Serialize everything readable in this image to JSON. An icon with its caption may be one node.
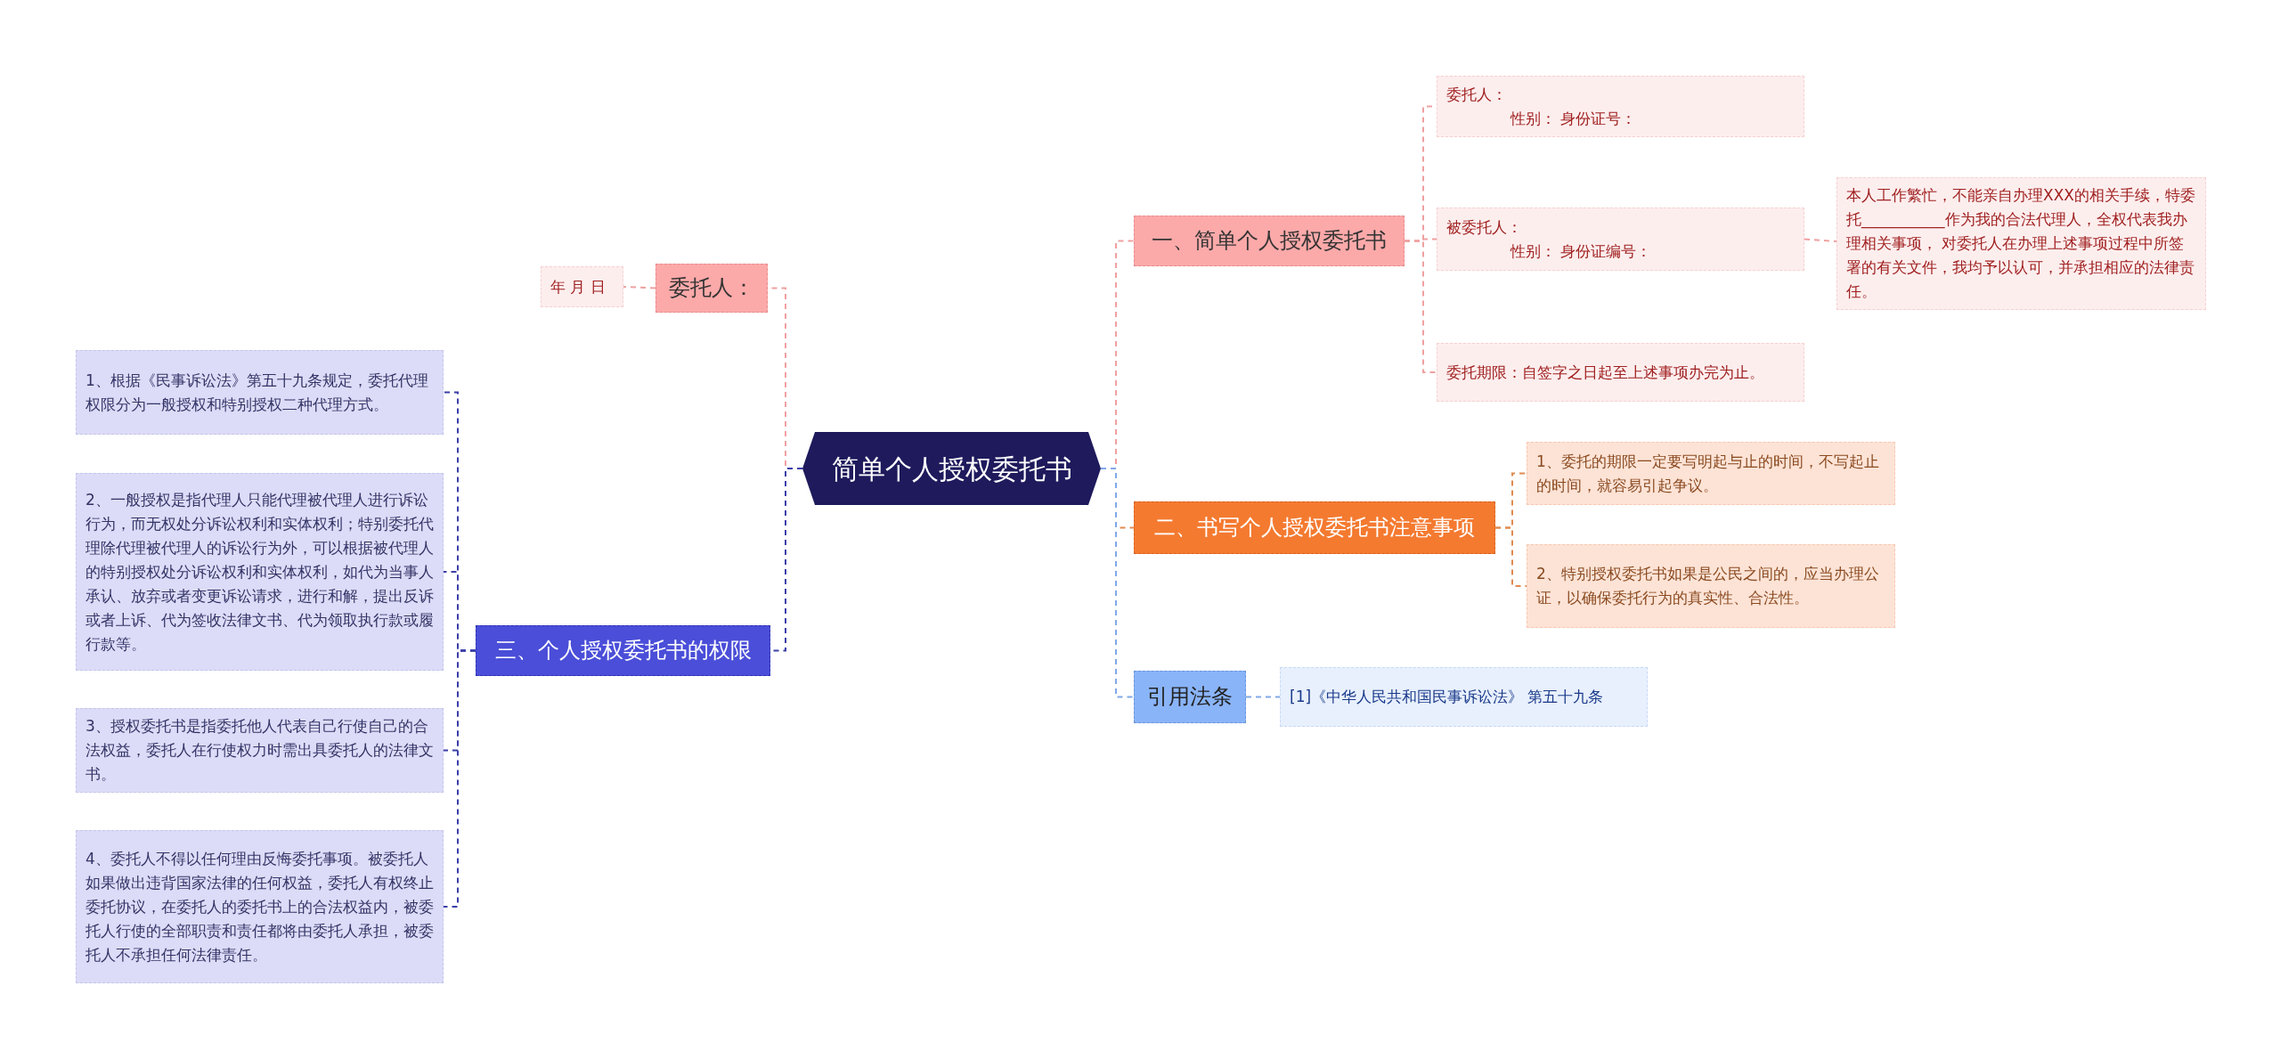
{
  "diagram": {
    "nodes": [
      {
        "text": [
          "简单个人授权委托书"
        ]
      },
      {
        "text": [
          "一、简单个人授权委托书"
        ]
      },
      {
        "text": [
          "委托人：",
          "性别：  身份证号："
        ]
      },
      {
        "text": [
          "被委托人：",
          "性别：  身份证编号："
        ]
      },
      {
        "text": [
          "本人工作繁忙，不能亲自办理XXX的相关手续，特委托___________作为我的合法代理人，全权代表我办理相关事项， 对委托人在办理上述事项过程中所签署的有关文件，我均予以认可，并承担相应的法律责任。"
        ]
      },
      {
        "text": [
          "委托期限：自签字之日起至上述事项办完为止。"
        ]
      },
      {
        "text": [
          "二、书写个人授权委托书注意事项"
        ]
      },
      {
        "text": [
          "1、委托的期限一定要写明起与止的时间，不写起止的时间，就容易引起争议。"
        ]
      },
      {
        "text": [
          "2、特别授权委托书如果是公民之间的，应当办理公证，以确保委托行为的真实性、合法性。"
        ]
      },
      {
        "text": [
          "引用法条"
        ]
      },
      {
        "text": [
          "[1]《中华人民共和国民事诉讼法》 第五十九条"
        ]
      },
      {
        "text": [
          "委托人："
        ]
      },
      {
        "text": [
          "年 月 日"
        ]
      },
      {
        "text": [
          "三、个人授权委托书的权限"
        ]
      },
      {
        "text": [
          "1、根据《民事诉讼法》第五十九条规定，委托代理权限分为一般授权和特别授权二种代理方式。"
        ]
      },
      {
        "text": [
          "2、一般授权是指代理人只能代理被代理人进行诉讼行为，而无权处分诉讼权利和实体权利；特别委托代理除代理被代理人的诉讼行为外，可以根据被代理人的特别授权处分诉讼权利和实体权利，如代为当事人承认、放弃或者变更诉讼请求，进行和解，提出反诉或者上诉、代为签收法律文书、代为领取执行款或履行款等。"
        ]
      },
      {
        "text": [
          "3、授权委托书是指委托他人代表自己行使自己的合法权益，委托人在行使权力时需出具委托人的法律文书。"
        ]
      },
      {
        "text": [
          "4、委托人不得以任何理由反悔委托事项。被委托人如果做出违背国家法律的任何权益，委托人有权终止委托协议，在委托人的委托书上的合法权益内，被委托人行使的全部职责和责任都将由委托人承担，被委托人不承担任何法律责任。"
        ]
      }
    ],
    "edges": [
      {
        "from": 0,
        "to": 1,
        "arrow": "none",
        "style": "dashed",
        "color": "#f0a0a0"
      },
      {
        "from": 1,
        "to": 2,
        "arrow": "none",
        "style": "dashed",
        "color": "#f0a0a0"
      },
      {
        "from": 1,
        "to": 3,
        "arrow": "none",
        "style": "dashed",
        "color": "#f0a0a0"
      },
      {
        "from": 3,
        "to": 4,
        "arrow": "none",
        "style": "dashed",
        "color": "#f0a0a0"
      },
      {
        "from": 1,
        "to": 5,
        "arrow": "none",
        "style": "dashed",
        "color": "#f0a0a0"
      },
      {
        "from": 0,
        "to": 6,
        "arrow": "none",
        "style": "dashed",
        "color": "#e08a50"
      },
      {
        "from": 6,
        "to": 7,
        "arrow": "none",
        "style": "dashed",
        "color": "#e08a50"
      },
      {
        "from": 6,
        "to": 8,
        "arrow": "none",
        "style": "dashed",
        "color": "#e08a50"
      },
      {
        "from": 0,
        "to": 9,
        "arrow": "none",
        "style": "dashed",
        "color": "#80a8e8"
      },
      {
        "from": 9,
        "to": 10,
        "arrow": "none",
        "style": "dashed",
        "color": "#80a8e8"
      },
      {
        "from": 0,
        "to": 11,
        "arrow": "none",
        "style": "dashed",
        "color": "#f0a0a0"
      },
      {
        "from": 11,
        "to": 12,
        "arrow": "none",
        "style": "dashed",
        "color": "#f0a0a0"
      },
      {
        "from": 0,
        "to": 13,
        "arrow": "none",
        "style": "dashed",
        "color": "#3a3ea8"
      },
      {
        "from": 13,
        "to": 14,
        "arrow": "none",
        "style": "dashed",
        "color": "#3a3ea8"
      },
      {
        "from": 13,
        "to": 15,
        "arrow": "none",
        "style": "dashed",
        "color": "#3a3ea8"
      },
      {
        "from": 13,
        "to": 16,
        "arrow": "none",
        "style": "dashed",
        "color": "#3a3ea8"
      },
      {
        "from": 13,
        "to": 17,
        "arrow": "none",
        "style": "dashed",
        "color": "#3a3ea8"
      }
    ]
  }
}
